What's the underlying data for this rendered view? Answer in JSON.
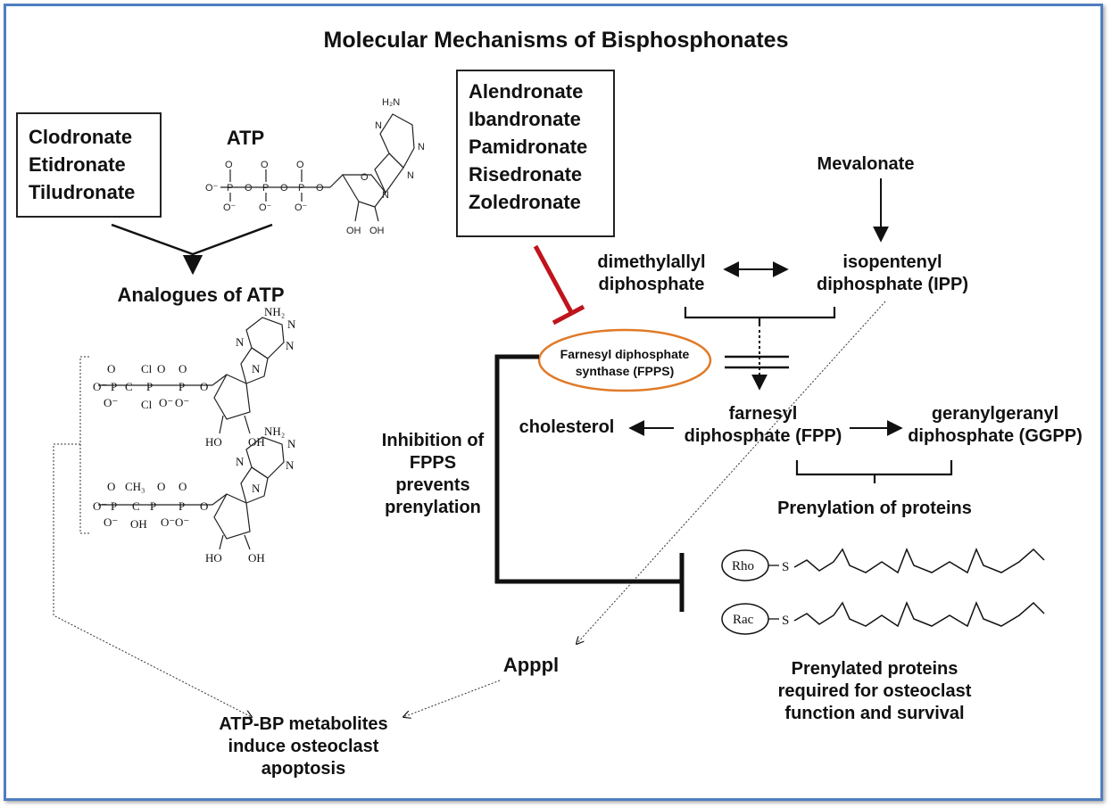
{
  "title": "Molecular Mechanisms of Bisphosphonates",
  "non_nitrogen_bps": [
    "Clodronate",
    "Etidronate",
    "Tiludronate"
  ],
  "nitrogen_bps": [
    "Alendronate",
    "Ibandronate",
    "Pamidronate",
    "Risedronate",
    "Zoledronate"
  ],
  "atp_label": "ATP",
  "analogues_label": "Analogues of ATP",
  "mevalonate": "Mevalonate",
  "dmapp": "dimethylallyl\ndiphosphate",
  "ipp": "isopentenyl\ndiphosphate (IPP)",
  "fpps": "Farnesyl diphosphate\nsynthase (FPPS)",
  "cholesterol": "cholesterol",
  "fpp": "farnesyl\ndiphosphate (FPP)",
  "ggpp": "geranylgeranyl\ndiphosphate (GGPP)",
  "inhibition_note": "Inhibition of\nFPPS\nprevents\nprenylation",
  "prenylation": "Prenylation of proteins",
  "apppi": "Apppl",
  "prenylated_note": "Prenylated proteins\nrequired for osteoclast\nfunction and survival",
  "metabolites_note": "ATP-BP metabolites\ninduce osteoclast\napoptosis",
  "proteins": [
    "Rho",
    "Rac"
  ],
  "colors": {
    "frame": "#4f7ec0",
    "inhibitor_red": "#c0141c",
    "fpps_orange": "#e07a28"
  }
}
